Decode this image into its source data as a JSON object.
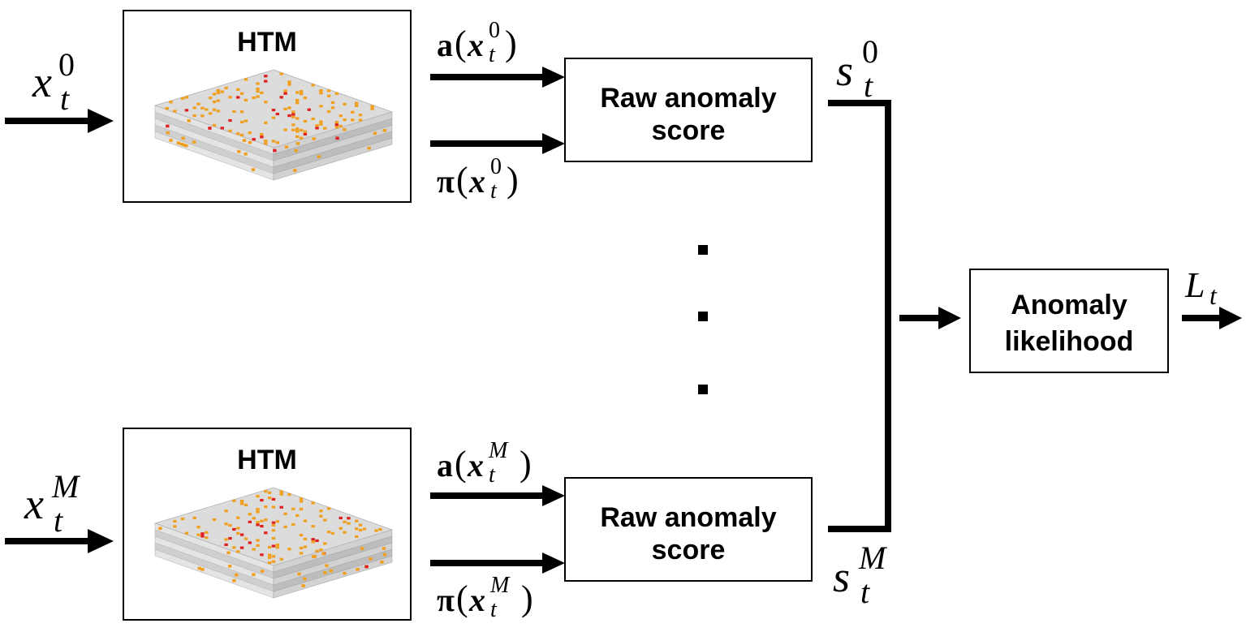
{
  "htm_blocks": [
    {
      "title": "HTM",
      "input_var": "x",
      "input_sup": "0",
      "input_sub": "t"
    },
    {
      "title": "HTM",
      "input_var": "x",
      "input_sup": "M",
      "input_sub": "t"
    }
  ],
  "score_blocks": [
    {
      "label_line1": "Raw anomaly",
      "label_line2": "score",
      "a_fn": "a",
      "pi_fn": "π",
      "arg_var": "x",
      "arg_sup": "0",
      "arg_sub": "t",
      "out_var": "s",
      "out_sup": "0",
      "out_sub": "t"
    },
    {
      "label_line1": "Raw anomaly",
      "label_line2": "score",
      "a_fn": "a",
      "pi_fn": "π",
      "arg_var": "x",
      "arg_sup": "M",
      "arg_sub": "t",
      "out_var": "s",
      "out_sup": "M",
      "out_sub": "t"
    }
  ],
  "likelihood": {
    "label_line1": "Anomaly",
    "label_line2": "likelihood",
    "out_var": "L",
    "out_sub": "t"
  },
  "colors": {
    "line": "#000000",
    "cube_base": "#dcdcdc",
    "cube_orange": "#f0a020",
    "cube_red": "#e02020"
  }
}
